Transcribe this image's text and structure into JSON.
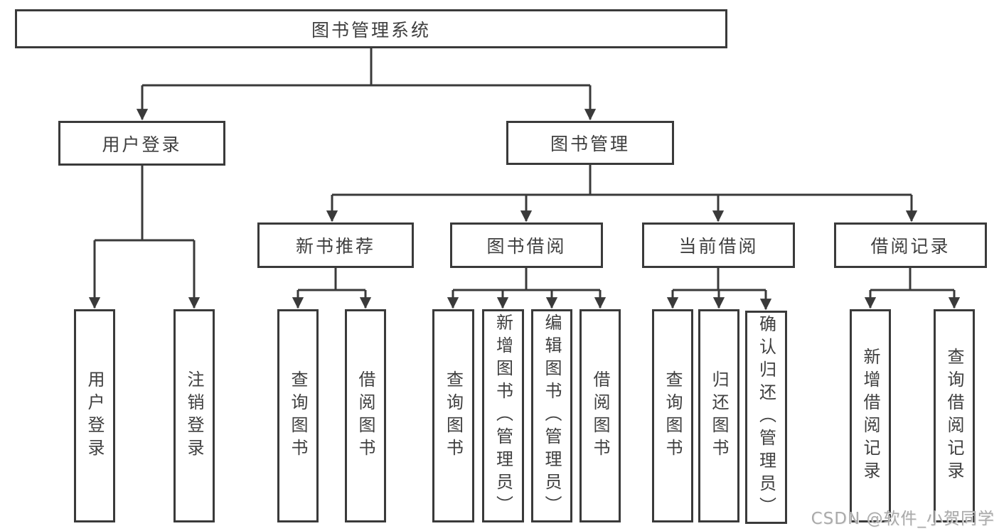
{
  "nodes": {
    "root": "图书管理系统",
    "user_login": "用户登录",
    "book_management": "图书管理",
    "new_book_recommend": "新书推荐",
    "book_borrow": "图书借阅",
    "current_borrow": "当前借阅",
    "borrow_record": "借阅记录",
    "leaf_user_login": "用户登录",
    "leaf_logout": "注销登录",
    "leaf_recommend_query_books": "查询图书",
    "leaf_recommend_borrow_books": "借阅图书",
    "leaf_borrow_query_books": "查询图书",
    "leaf_borrow_add_books": "新增图书（管理员）",
    "leaf_borrow_edit_books": "编辑图书（管理员）",
    "leaf_borrow_borrow_books": "借阅图书",
    "leaf_current_query_books": "查询图书",
    "leaf_current_return_books": "归还图书",
    "leaf_current_confirm_return": "确认归还（管理员）",
    "leaf_record_add_record": "新增借阅记录",
    "leaf_record_query_record": "查询借阅记录"
  },
  "hierarchy": {
    "图书管理系统": {
      "用户登录": [
        "用户登录",
        "注销登录"
      ],
      "图书管理": {
        "新书推荐": [
          "查询图书",
          "借阅图书"
        ],
        "图书借阅": [
          "查询图书",
          "新增图书（管理员）",
          "编辑图书（管理员）",
          "借阅图书"
        ],
        "当前借阅": [
          "查询图书",
          "归还图书",
          "确认归还（管理员）"
        ],
        "借阅记录": [
          "新增借阅记录",
          "查询借阅记录"
        ]
      }
    }
  },
  "watermark": {
    "text": "CSDN @软件_小贺同学"
  },
  "colors": {
    "line": "#3a3a3a",
    "text": "#3f3f3f",
    "watermark": "#aaaaaa",
    "background": "#ffffff"
  }
}
